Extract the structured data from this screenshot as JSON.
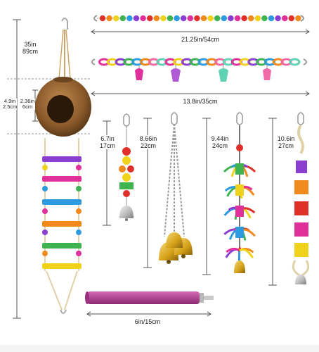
{
  "measurements": {
    "ladder_length": {
      "top": "35in",
      "bottom": "89cm"
    },
    "coconut_height": {
      "top": "4.9in",
      "bottom": "2.5cm"
    },
    "coconut_opening": {
      "top": "2.36in",
      "bottom": "6cm"
    },
    "bead_chain": {
      "label": "21.25in/54cm"
    },
    "swing_chain": {
      "label": "13.8in/35cm"
    },
    "bell_bead_toy": {
      "top": "6.7in",
      "bottom": "17cm"
    },
    "bell_chain_toy": {
      "top": "8.66in",
      "bottom": "22cm"
    },
    "rope_knot_toy": {
      "top": "9.44in",
      "bottom": "24cm"
    },
    "wood_block_toy": {
      "top": "10.6in",
      "bottom": "27cm"
    },
    "perch": {
      "label": "6in/15cm"
    }
  },
  "colors": {
    "measure_line": "#555555",
    "accent_pink": "#e0309a",
    "perch_magenta": "#b03a8e",
    "coconut_brown": "#8b5a2b",
    "metal": "#b8b8b8",
    "gold": "#d4a017"
  },
  "products": [
    {
      "name": "coconut-hut-with-ladder"
    },
    {
      "name": "bead-chain"
    },
    {
      "name": "acrylic-link-chain"
    },
    {
      "name": "bell-bead-toy"
    },
    {
      "name": "bell-chain-toy"
    },
    {
      "name": "rope-knot-toy"
    },
    {
      "name": "wood-block-toy"
    },
    {
      "name": "standing-perch"
    }
  ]
}
